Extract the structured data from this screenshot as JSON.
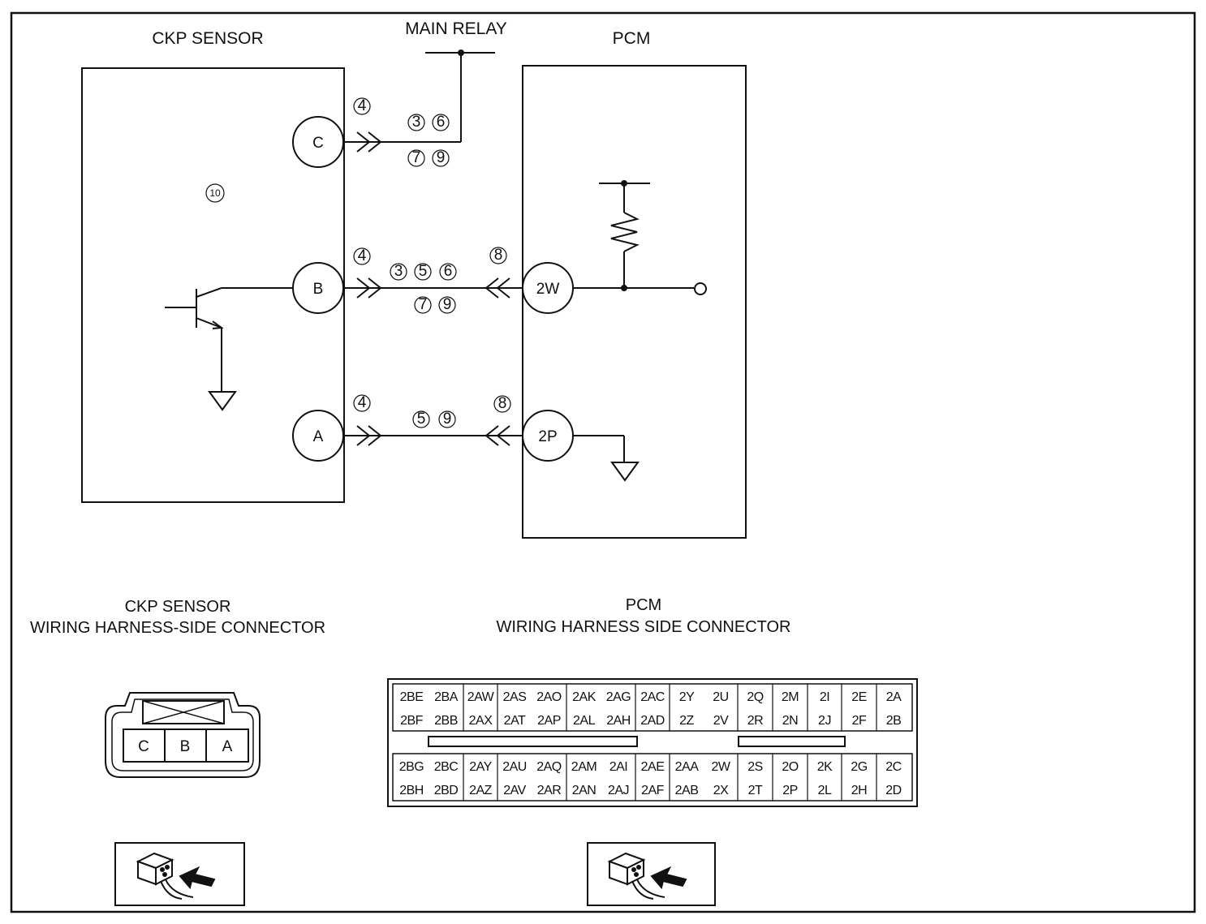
{
  "diagram": {
    "labels": {
      "ckp_sensor": "CKP SENSOR",
      "main_relay": "MAIN RELAY",
      "pcm": "PCM",
      "ckp_connector_title": "CKP SENSOR",
      "ckp_connector_subtitle": "WIRING HARNESS-SIDE CONNECTOR",
      "pcm_connector_title": "PCM",
      "pcm_connector_subtitle": "WIRING HARNESS SIDE CONNECTOR"
    },
    "sensor_terminals": [
      "C",
      "B",
      "A"
    ],
    "pcm_terminals": [
      "2W",
      "2P"
    ],
    "sensor_ref": "10",
    "wire_refs": {
      "c_connector": "4",
      "c_top": [
        "3",
        "6"
      ],
      "c_bottom": [
        "7",
        "9"
      ],
      "b_connector": "4",
      "b_top": [
        "3",
        "5",
        "6"
      ],
      "b_bottom": [
        "7",
        "9"
      ],
      "b_pcm_connector": "8",
      "a_connector": "4",
      "a_mid": [
        "5",
        "9"
      ],
      "a_pcm_connector": "8"
    },
    "ckp_connector_pins": [
      "C",
      "B",
      "A"
    ],
    "pcm_connector_rows": [
      [
        "2BE",
        "2BA",
        "2AW",
        "2AS",
        "2AO",
        "2AK",
        "2AG",
        "2AC",
        "2Y",
        "2U",
        "2Q",
        "2M",
        "2I",
        "2E",
        "2A"
      ],
      [
        "2BF",
        "2BB",
        "2AX",
        "2AT",
        "2AP",
        "2AL",
        "2AH",
        "2AD",
        "2Z",
        "2V",
        "2R",
        "2N",
        "2J",
        "2F",
        "2B"
      ],
      [
        "2BG",
        "2BC",
        "2AY",
        "2AU",
        "2AQ",
        "2AM",
        "2AI",
        "2AE",
        "2AA",
        "2W",
        "2S",
        "2O",
        "2K",
        "2G",
        "2C"
      ],
      [
        "2BH",
        "2BD",
        "2AZ",
        "2AV",
        "2AR",
        "2AN",
        "2AJ",
        "2AF",
        "2AB",
        "2X",
        "2T",
        "2P",
        "2L",
        "2H",
        "2D"
      ]
    ],
    "icons": [
      "connector-view-icon",
      "connector-view-icon"
    ]
  }
}
